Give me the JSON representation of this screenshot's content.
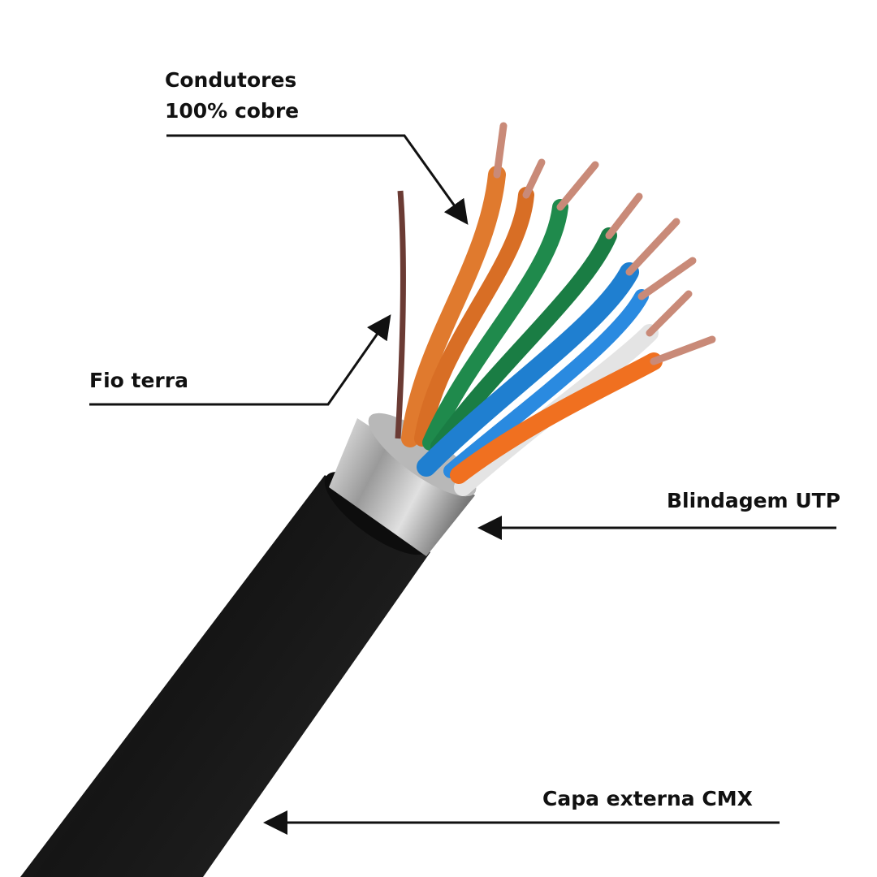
{
  "labels": {
    "conductors_line1": "Condutores",
    "conductors_line2": "100% cobre",
    "ground_wire": "Fio terra",
    "shield": "Blindagem UTP",
    "outer_jacket": "Capa externa CMX"
  },
  "colors": {
    "jacket": "#1a1a1a",
    "shield": "#c8c8c8",
    "orange": "#e8762a",
    "green": "#1f8a4c",
    "blue": "#1f7fd0",
    "white": "#e6e6e6",
    "copper": "#c98a78",
    "ground": "#6b3b34"
  }
}
